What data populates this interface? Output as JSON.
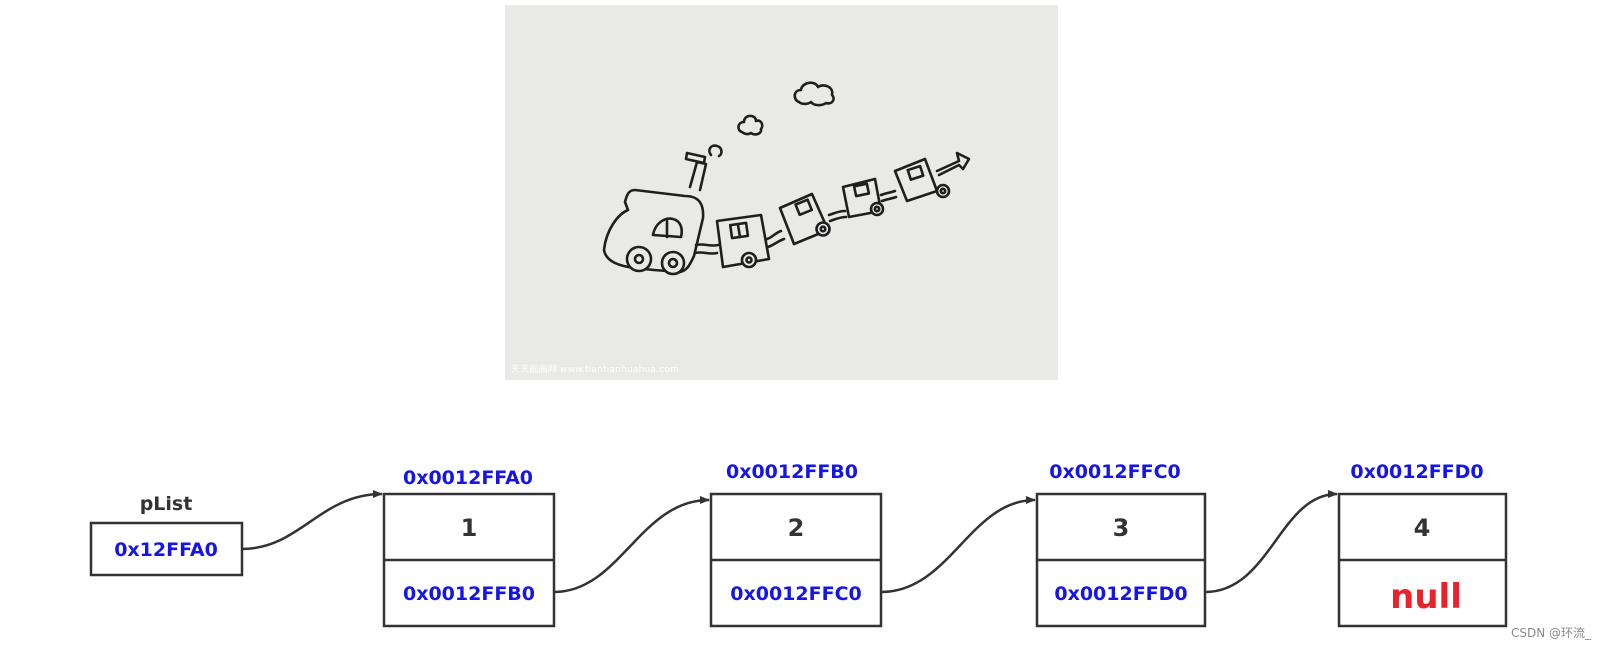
{
  "illustration": {
    "watermark": "天天画画网 www.tiantianhuahua.com"
  },
  "pointer": {
    "label": "pList",
    "value": "0x12FFA0"
  },
  "nodes": [
    {
      "address": "0x0012FFA0",
      "value": "1",
      "next": "0x0012FFB0"
    },
    {
      "address": "0x0012FFB0",
      "value": "2",
      "next": "0x0012FFC0"
    },
    {
      "address": "0x0012FFC0",
      "value": "3",
      "next": "0x0012FFD0"
    },
    {
      "address": "0x0012FFD0",
      "value": "4",
      "next": "null"
    }
  ],
  "colors": {
    "address_blue": "#1515e8",
    "null_red": "#e8232b",
    "box_stroke": "#333333"
  },
  "credit": "CSDN @环流_"
}
